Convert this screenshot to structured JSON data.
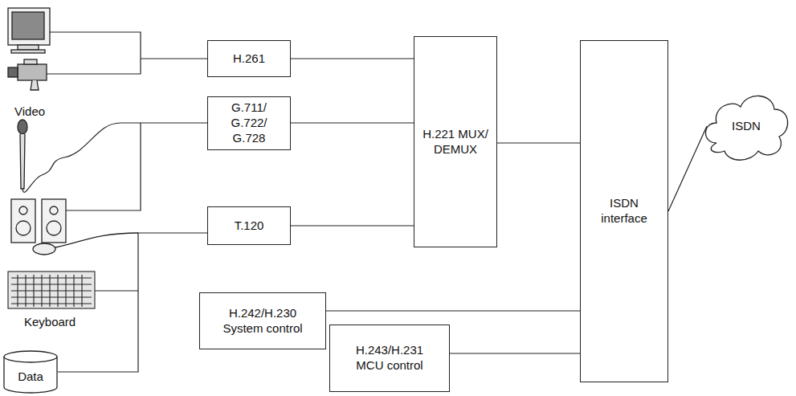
{
  "diagram": {
    "nodes": [
      {
        "text": [
          "H.261"
        ]
      },
      {
        "text": [
          "G.711/ G.722/ G.728"
        ]
      },
      {
        "text": [
          "T.120"
        ]
      },
      {
        "text": [
          "H.221 MUX/ DEMUX"
        ]
      },
      {
        "text": [
          "ISDN interface"
        ]
      },
      {
        "text": [
          "ISDN"
        ]
      },
      {
        "text": [
          "H.242/H.230 System control"
        ]
      },
      {
        "text": [
          "H.243/H.231 MCU control"
        ]
      },
      {
        "text": [
          "Data"
        ]
      }
    ],
    "edges": [
      {
        "from": 0,
        "to": 3,
        "arrow": "none"
      },
      {
        "from": 1,
        "to": 3,
        "arrow": "none"
      },
      {
        "from": 2,
        "to": 3,
        "arrow": "none"
      },
      {
        "from": 3,
        "to": 4,
        "arrow": "none"
      },
      {
        "from": 4,
        "to": 5,
        "arrow": "none"
      },
      {
        "from": 6,
        "to": 4,
        "arrow": "none"
      },
      {
        "from": 7,
        "to": 4,
        "arrow": "none"
      },
      {
        "from": 8,
        "to": 2,
        "arrow": "none"
      }
    ],
    "labels": [
      "Video",
      "Keyboard"
    ]
  }
}
